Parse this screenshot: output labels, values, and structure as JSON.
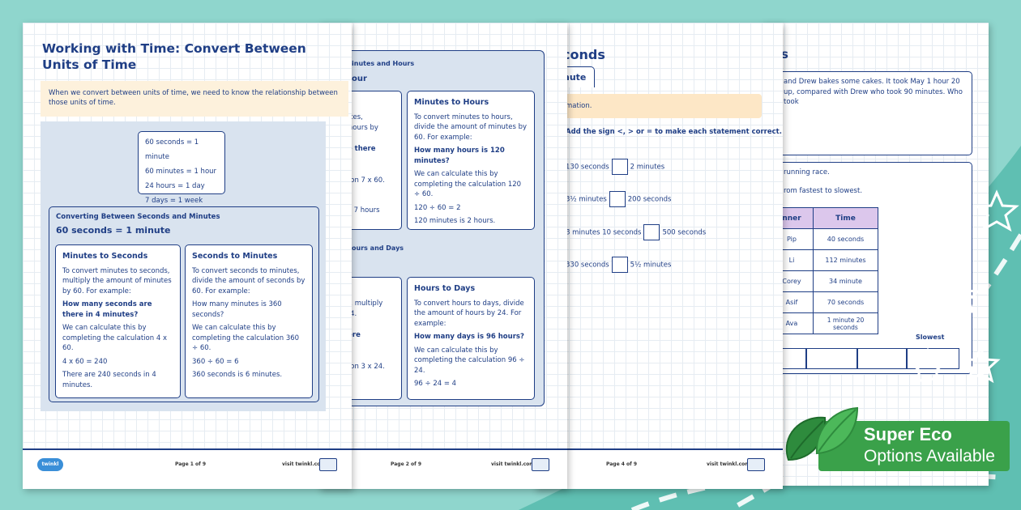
{
  "page1": {
    "title_line1": "Working with Time: Convert Between",
    "title_line2": "Units of Time",
    "intro": "When we convert between units of time, we need to know the relationship between those units of time.",
    "facts": [
      "60 seconds = 1 minute",
      "60 minutes = 1 hour",
      "24 hours = 1 day",
      "7 days = 1 week"
    ],
    "section_heading": "Converting Between Seconds and Minutes",
    "section_equation": "60 seconds = 1 minute",
    "m2s": {
      "title": "Minutes to Seconds",
      "l1": "To convert minutes to seconds, multiply the amount of minutes by 60. For example:",
      "q": "How many seconds are there in 4 minutes?",
      "l2": "We can calculate this by completing the calculation 4 x 60.",
      "calc": "4 x 60 = 240",
      "ans": "There are 240 seconds in 4 minutes."
    },
    "s2m": {
      "title": "Seconds to Minutes",
      "l1": "To convert seconds to minutes, divide the amount of seconds by 60. For example:",
      "q": "How many minutes is 360 seconds?",
      "l2": "We can calculate this by completing the calculation 360 ÷ 60.",
      "calc": "360 ÷ 60 = 6",
      "ans": "360 seconds is 6 minutes."
    },
    "footer_logo": "twinkl",
    "footer_page": "Page 1 of 9",
    "footer_url": "visit twinkl.com"
  },
  "page2": {
    "heading1": "inutes and Hours",
    "sub1": "our",
    "left1": [
      "inutes,",
      "of hours by",
      "are there",
      "by",
      "lation 7 x 60.",
      "s in 7 hours"
    ],
    "m2h": {
      "title": "Minutes to Hours",
      "l1": "To convert minutes to hours, divide the amount of minutes by 60. For example:",
      "q": "How many hours is 120 minutes?",
      "l2": "We can calculate this by completing the calculation 120 ÷ 60.",
      "calc": "120 ÷ 60 = 2",
      "ans": "120 minutes is 2 hours."
    },
    "heading2": "ours and Days",
    "left2": [
      "urs, multiply",
      "y 24.",
      "there",
      "by",
      "lation 3 x 24."
    ],
    "h2d": {
      "title": "Hours to Days",
      "l1": "To convert hours to days, divide the amount of hours by 24. For example:",
      "q": "How many days is 96 hours?",
      "l2": "We can calculate this by completing the calculation 96 ÷ 24.",
      "calc": "96 ÷ 24 = 4"
    },
    "footer_page": "Page 2 of 9",
    "footer_url": "visit twinkl.com"
  },
  "page3": {
    "title": "conds",
    "tab": "nute",
    "info": "mation.",
    "instruction": "Add the sign <, > or = to make each statement correct.",
    "rows": [
      {
        "left": "130 seconds",
        "right": "2 minutes"
      },
      {
        "left": "3½ minutes",
        "right": "200 seconds"
      },
      {
        "left": "8 minutes 10 seconds",
        "right": "500 seconds"
      },
      {
        "left": "330 seconds",
        "right": "5½ minutes"
      }
    ],
    "footer_page": "Page 4 of 9",
    "footer_url": "visit twinkl.com"
  },
  "page4": {
    "title": "s",
    "q1": "and Drew bakes some cakes. It took May 1 hour 20 up, compared with Drew who took 90 minutes. Who took",
    "q2a": "running race.",
    "q2b": "rom fastest to slowest.",
    "table_headers": [
      "nner",
      "Time"
    ],
    "table_rows": [
      [
        "Pip",
        "40 seconds"
      ],
      [
        "Li",
        "112 minutes"
      ],
      [
        "Corey",
        "34 minute"
      ],
      [
        "Asif",
        "70 seconds"
      ],
      [
        "Ava",
        "1 minute 20 seconds"
      ]
    ],
    "slowest": "Slowest"
  },
  "badge": {
    "line1": "Super Eco",
    "line2": "Options Available"
  },
  "colors": {
    "navy": "#1f3e85",
    "teal": "#8fd6cd",
    "green": "#3aa14a",
    "intro_bg": "#fdf1dc",
    "panel_bg": "#d9e3ef"
  }
}
